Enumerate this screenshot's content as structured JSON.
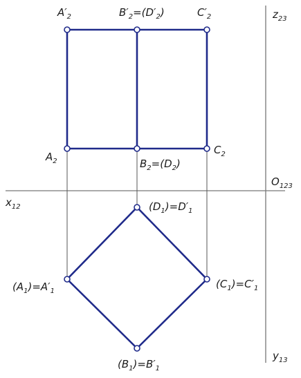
{
  "colors": {
    "edge": "#1f2a8a",
    "projection_line": "#555555",
    "axis": "#777777",
    "text": "#1a1a1a",
    "background": "#ffffff"
  },
  "labels": {
    "a2_prime": {
      "main": "A′",
      "sub": "2"
    },
    "b2_prime": {
      "main": "B′",
      "sub": "2",
      "tail": "=(D′",
      "sub2": "2",
      "tail2": ")"
    },
    "c2_prime": {
      "main": "C′",
      "sub": "2"
    },
    "z23": {
      "main": "z",
      "sub": "23"
    },
    "a2": {
      "main": "A",
      "sub": "2"
    },
    "b2": {
      "main": "B",
      "sub": "2",
      "tail": "=(D",
      "sub2": "2",
      "tail2": ")"
    },
    "c2": {
      "main": "C",
      "sub": "2"
    },
    "o123": {
      "main": "O",
      "sub": "123"
    },
    "x12": {
      "main": "x",
      "sub": "12"
    },
    "d1": {
      "main": "(D",
      "sub": "1",
      "tail": ")=D′",
      "sub2": "1",
      "tail2": ""
    },
    "a1": {
      "main": "(A",
      "sub": "1",
      "tail": ")=A′",
      "sub2": "1",
      "tail2": ""
    },
    "c1": {
      "main": "(C",
      "sub": "1",
      "tail": ")=C′",
      "sub2": "1",
      "tail2": ""
    },
    "b1": {
      "main": "(B",
      "sub": "1",
      "tail": ")=B′",
      "sub2": "1",
      "tail2": ""
    },
    "y13": {
      "main": "y",
      "sub": "13"
    }
  }
}
